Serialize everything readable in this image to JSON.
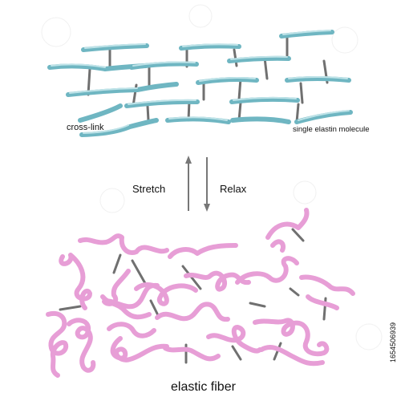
{
  "labels": {
    "cross_link": "cross-link",
    "single_molecule": "single elastin molecule",
    "stretch": "Stretch",
    "relax": "Relax",
    "elastic_fiber": "elastic fiber",
    "side_id": "1654506939"
  },
  "colors": {
    "fiber": "#6fb6c2",
    "fiber_highlight": "#bfe3e8",
    "crosslink": "#707070",
    "coil": "#e79ed6",
    "arrow": "#777777"
  }
}
